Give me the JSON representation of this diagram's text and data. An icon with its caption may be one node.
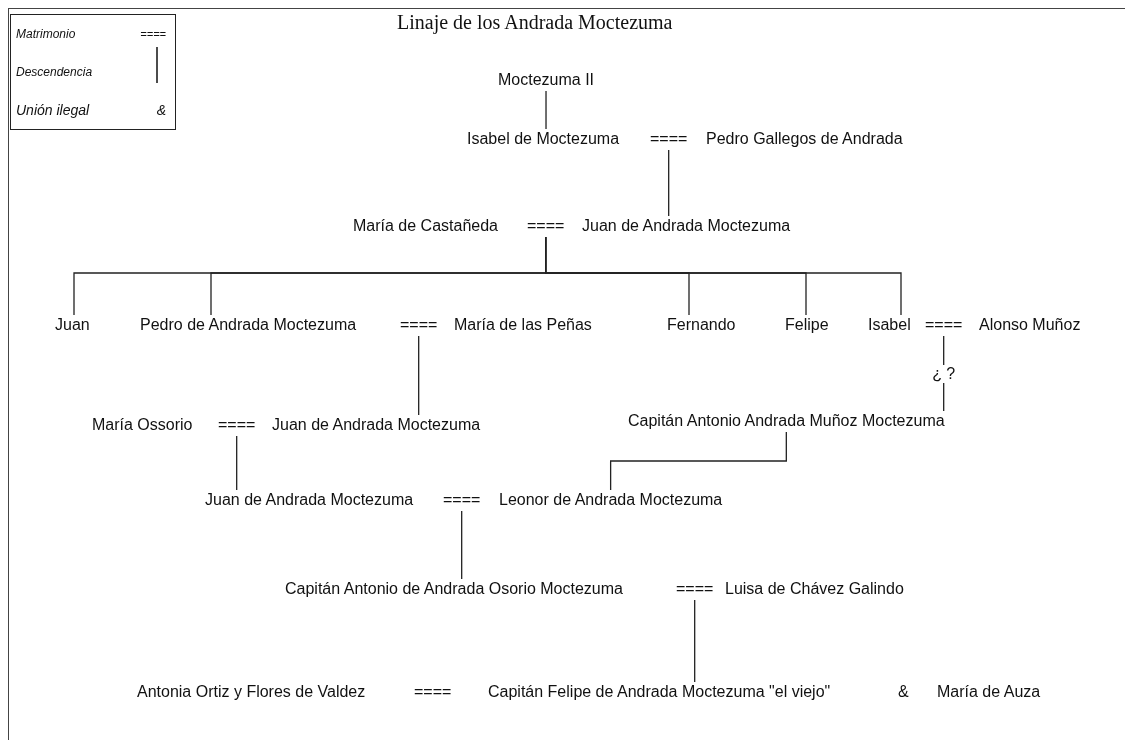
{
  "diagram": {
    "title": "Linaje de los Andrada Moctezuma",
    "nodes": [
      {
        "text": [
          "Moctezuma II"
        ]
      },
      {
        "text": [
          "Isabel de Moctezuma"
        ]
      },
      {
        "text": [
          "===="
        ]
      },
      {
        "text": [
          "Pedro Gallegos de Andrada"
        ]
      },
      {
        "text": [
          "María de Castañeda"
        ]
      },
      {
        "text": [
          "===="
        ]
      },
      {
        "text": [
          "Juan de Andrada Moctezuma"
        ]
      },
      {
        "text": [
          "Juan"
        ]
      },
      {
        "text": [
          "Pedro de Andrada Moctezuma"
        ]
      },
      {
        "text": [
          "===="
        ]
      },
      {
        "text": [
          "María de las Peñas"
        ]
      },
      {
        "text": [
          "Fernando"
        ]
      },
      {
        "text": [
          "Felipe"
        ]
      },
      {
        "text": [
          "Isabel"
        ]
      },
      {
        "text": [
          "===="
        ]
      },
      {
        "text": [
          "Alonso Muñoz"
        ]
      },
      {
        "text": [
          "María Ossorio"
        ]
      },
      {
        "text": [
          "===="
        ]
      },
      {
        "text": [
          "Juan de Andrada Moctezuma"
        ]
      },
      {
        "text": [
          "Capitán Antonio Andrada Muñoz Moctezuma"
        ]
      },
      {
        "text": [
          "Juan de Andrada Moctezuma"
        ]
      },
      {
        "text": [
          "===="
        ]
      },
      {
        "text": [
          "Leonor de Andrada Moctezuma"
        ]
      },
      {
        "text": [
          "Capitán Antonio de Andrada Osorio Moctezuma"
        ]
      },
      {
        "text": [
          "===="
        ]
      },
      {
        "text": [
          "Luisa de Chávez Galindo"
        ]
      },
      {
        "text": [
          "Antonia Ortiz y Flores de Valdez"
        ]
      },
      {
        "text": [
          "Capitán Felipe de Andrada Moctezuma \"el viejo\""
        ]
      },
      {
        "text": [
          "María de Auza"
        ]
      }
    ],
    "edges": [
      {
        "from": 0,
        "to": 1,
        "arrow": "none"
      },
      {
        "from": 2,
        "to": 6,
        "arrow": "none"
      },
      {
        "from": 5,
        "to": 7,
        "arrow": "none"
      },
      {
        "from": 5,
        "to": 8,
        "arrow": "none"
      },
      {
        "from": 5,
        "to": 11,
        "arrow": "none"
      },
      {
        "from": 5,
        "to": 12,
        "arrow": "none"
      },
      {
        "from": 5,
        "to": 13,
        "arrow": "none"
      },
      {
        "from": 9,
        "to": 18,
        "arrow": "none"
      },
      {
        "from": 14,
        "to": 19,
        "arrow": "none",
        "label": "¿ ?"
      },
      {
        "from": 17,
        "to": 20,
        "arrow": "none"
      },
      {
        "from": 19,
        "to": 22,
        "arrow": "none"
      },
      {
        "from": 21,
        "to": 23,
        "arrow": "none"
      },
      {
        "from": 24,
        "to": 27,
        "arrow": "none"
      }
    ],
    "labels": [
      "====",
      "&",
      "====",
      "&"
    ],
    "legend": [
      {
        "text": "Matrimonio"
      },
      {
        "text": "Descendencia"
      },
      {
        "text": "Unión ilegal"
      }
    ]
  }
}
